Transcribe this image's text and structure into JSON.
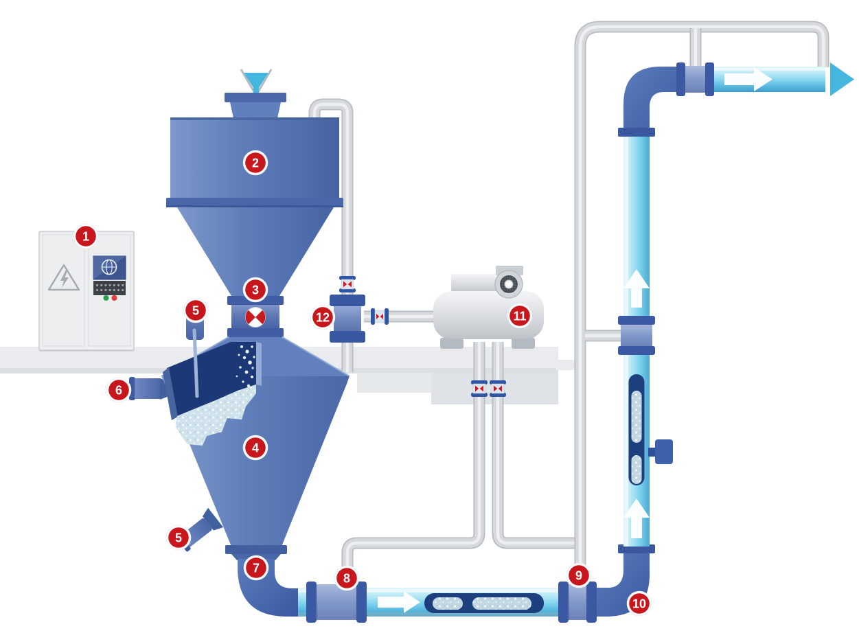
{
  "markers": [
    {
      "number": "1",
      "component": "control-panel"
    },
    {
      "number": "2",
      "component": "feed-hopper"
    },
    {
      "number": "3",
      "component": "inlet-valve"
    },
    {
      "number": "4",
      "component": "pressure-vessel"
    },
    {
      "number": "5",
      "component": "aeration-nozzle-upper"
    },
    {
      "number": "5",
      "component": "aeration-nozzle-lower"
    },
    {
      "number": "6",
      "component": "side-nozzle"
    },
    {
      "number": "7",
      "component": "discharge-outlet"
    },
    {
      "number": "8",
      "component": "air-injection-coupling-line"
    },
    {
      "number": "9",
      "component": "air-injection-coupling-riser"
    },
    {
      "number": "10",
      "component": "conveying-elbow"
    },
    {
      "number": "11",
      "component": "blower"
    },
    {
      "number": "12",
      "component": "air-valve-unit"
    }
  ],
  "icons": {
    "material_inlet": "funnel-arrow-icon",
    "flow_direction": "white-arrow-icon",
    "line_exit": "cyan-arrowhead-icon",
    "hazard": "high-voltage-triangle-icon",
    "clamp_valve": "red-bowtie-valve-icon",
    "inlet_valve_symbol": "quartered-circle-valve-icon",
    "blower_fan": "fan-grille-icon",
    "hmi_screen": "globe-screen-icon",
    "status_lights": [
      "green",
      "red"
    ]
  },
  "colors": {
    "marker_red": "#c8161d",
    "vessel_blue": "#5d7cb8",
    "flange_blue": "#3f5ca4",
    "interior_navy": "#1d3a7c",
    "conveying_pipe_blue": "#7fd3ee",
    "cyan_accent": "#45b6de",
    "air_pipe_gray": "#d6d9dc",
    "platform_gray": "#e9ebee",
    "equipment_gray": "#d8dbdf",
    "status_green": "#28a24c",
    "status_red": "#e13b3b"
  }
}
